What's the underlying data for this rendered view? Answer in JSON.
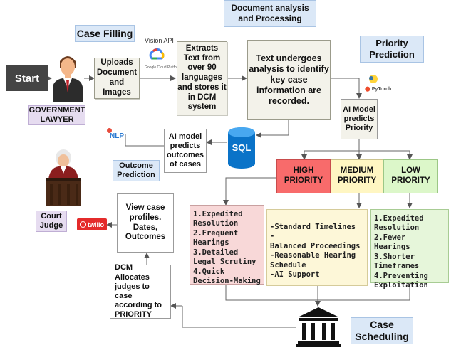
{
  "labels": {
    "case_filling": "Case Filling",
    "doc_analysis": "Document analysis and Processing",
    "priority_prediction": "Priority Prediction",
    "outcome_prediction": "Outcome Prediction",
    "case_scheduling": "Case Scheduling",
    "government_lawyer": "GOVERNMENT LAWYER",
    "court_judge": "Court Judge"
  },
  "start": "Start",
  "boxes": {
    "uploads": "Uploads Document and Images",
    "extracts": "Extracts Text from over 90 languages and stores it in DCM system",
    "analysis": "Text undergoes analysis to identify key case information are recorded.",
    "ai_priority": "AI Model predicts Priority",
    "ai_outcome": "AI model predicts outcomes of cases",
    "view_profiles": "View case profiles. Dates, Outcomes",
    "dcm_allocates": "DCM Allocates judges to case according to PRIORITY"
  },
  "priorities": {
    "high": "HIGH PRIORITY",
    "medium": "MEDIUM PRIORITY",
    "low": "LOW PRIORITY"
  },
  "high_list": [
    "1.Expedited Resolution",
    "2.Frequent Hearings",
    "3.Detailed Legal Scrutiny",
    "4.Quick Decision-Making"
  ],
  "medium_list": [
    "-Standard Timelines -",
    "Balanced Proceedings",
    "-Reasonable Hearing Schedule",
    "-AI Support"
  ],
  "low_list": [
    "1.Expedited Resolution",
    "2.Fewer Hearings",
    "3.Shorter Timeframes",
    "4.Preventing Exploitation"
  ],
  "logos": {
    "vision_api": "Vision API",
    "google_cloud": "Google Cloud Platform",
    "sql": "SQL",
    "nlp": "NLP",
    "pytorch": "PyTorch",
    "twilio": "twilio"
  },
  "colors": {
    "high": "#f86b6b",
    "medium": "#fff6c2",
    "low": "#dcf7c9",
    "high_list_bg": "#f8d8d8",
    "medium_list_bg": "#fdf7d8",
    "low_list_bg": "#e6f6da",
    "label_blue": "#dbe8f7",
    "label_purple": "#e6dcf0"
  }
}
